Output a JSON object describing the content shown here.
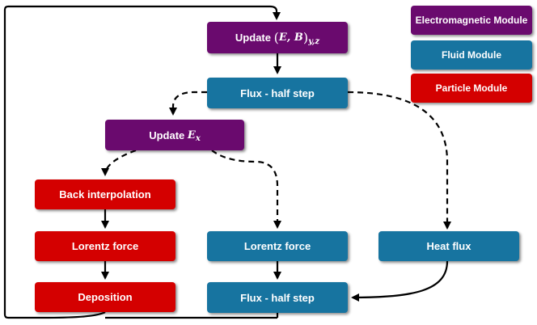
{
  "colors": {
    "electromagnetic": "#6a0a6e",
    "fluid": "#1774a0",
    "particle": "#d40000"
  },
  "legend": {
    "electromagnetic": "Electromagnetic Module",
    "fluid": "Fluid Module",
    "particle": "Particle Module"
  },
  "nodes": {
    "update_eb": {
      "prefix": "Update",
      "open": "(",
      "vars": "E, B",
      "close": ")",
      "sub": "y,z"
    },
    "flux_half_top": "Flux - half step",
    "update_ex": {
      "prefix": "Update",
      "var": "E",
      "sub": "x"
    },
    "back_interp": "Back interpolation",
    "lorentz_particle": "Lorentz force",
    "deposition": "Deposition",
    "lorentz_fluid": "Lorentz force",
    "flux_half_bottom": "Flux - half step",
    "heat_flux": "Heat flux"
  }
}
